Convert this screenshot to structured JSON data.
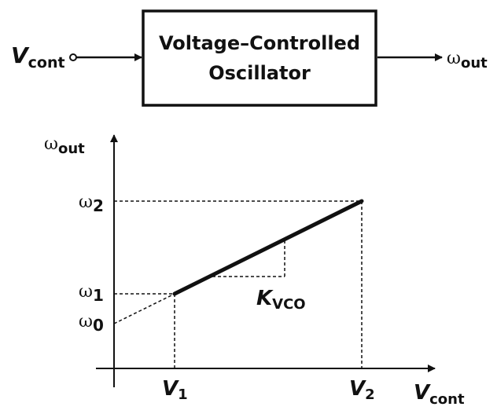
{
  "block": {
    "input_var": "V",
    "input_sub": "cont",
    "title_line1": "Voltage–Controlled",
    "title_line2": "Oscillator",
    "output_sym": "ω",
    "output_sub": "out"
  },
  "graph": {
    "y_axis_sym": "ω",
    "y_axis_sub": "out",
    "x_axis_var": "V",
    "x_axis_sub": "cont",
    "y_ticks": [
      {
        "sym": "ω",
        "sub": "2"
      },
      {
        "sym": "ω",
        "sub": "1"
      },
      {
        "sym": "ω",
        "sub": "0"
      }
    ],
    "x_ticks": [
      {
        "var": "V",
        "sub": "1"
      },
      {
        "var": "V",
        "sub": "2"
      }
    ],
    "slope_var": "K",
    "slope_sub": "VCO"
  },
  "colors": {
    "ink": "#111111"
  }
}
